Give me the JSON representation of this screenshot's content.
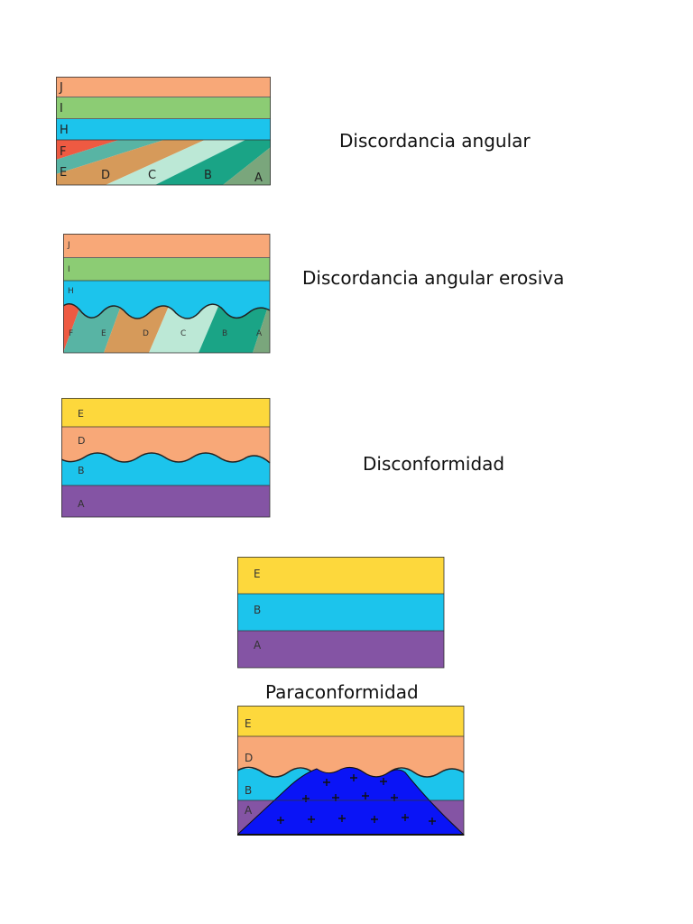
{
  "colors": {
    "orange": "#f8a878",
    "green": "#8ccc74",
    "cyan": "#1cc4ec",
    "red": "#ee5a42",
    "teal": "#58b4a4",
    "tan": "#d69a5a",
    "pale_green": "#bce8d6",
    "dark_teal": "#1aa486",
    "olive_green": "#7aa67c",
    "yellow": "#fdd83c",
    "purple": "#8454a4",
    "intrusion_blue": "#0a14f6"
  },
  "figure1": {
    "caption": "Discordancia angular",
    "labels": [
      "J",
      "I",
      "H",
      "F",
      "E",
      "D",
      "C",
      "B",
      "A"
    ]
  },
  "figure2": {
    "caption": "Discordancia angular erosiva",
    "labels": [
      "J",
      "I",
      "H",
      "F",
      "E",
      "D",
      "C",
      "B",
      "A"
    ]
  },
  "figure3": {
    "caption": "Disconformidad",
    "labels": [
      "E",
      "D",
      "B",
      "A"
    ]
  },
  "figure4": {
    "caption": "Paraconformidad",
    "labels": [
      "E",
      "B",
      "A"
    ]
  },
  "figure5": {
    "labels": [
      "E",
      "D",
      "B",
      "A"
    ]
  }
}
